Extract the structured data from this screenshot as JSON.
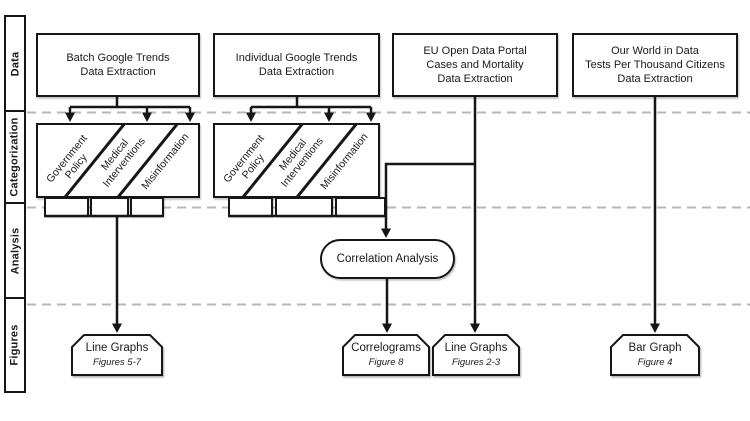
{
  "rows": [
    {
      "label": "Data"
    },
    {
      "label": "Categorization"
    },
    {
      "label": "Analysis"
    },
    {
      "label": "Figures"
    }
  ],
  "data_sources": [
    {
      "label": "Batch Google Trends\nData Extraction"
    },
    {
      "label": "Individual Google Trends\nData Extraction"
    },
    {
      "label": "EU Open Data Portal\nCases and Mortality\nData Extraction"
    },
    {
      "label": "Our World in Data\nTests Per Thousand Citizens\nData Extraction"
    }
  ],
  "categories": [
    "Government\nPolicy",
    "Medical\nInterventions",
    "Misinformation"
  ],
  "analysis": {
    "label": "Correlation Analysis"
  },
  "figures": [
    {
      "title": "Line Graphs",
      "subtitle": "Figures 5-7"
    },
    {
      "title": "Correlograms",
      "subtitle": "Figure 8"
    },
    {
      "title": "Line Graphs",
      "subtitle": "Figures 2-3"
    },
    {
      "title": "Bar Graph",
      "subtitle": "Figure 4"
    }
  ],
  "colors": {
    "stroke": "#1a1a1a",
    "row_divider_dash": "#b8b8b8",
    "background": "#ffffff"
  }
}
